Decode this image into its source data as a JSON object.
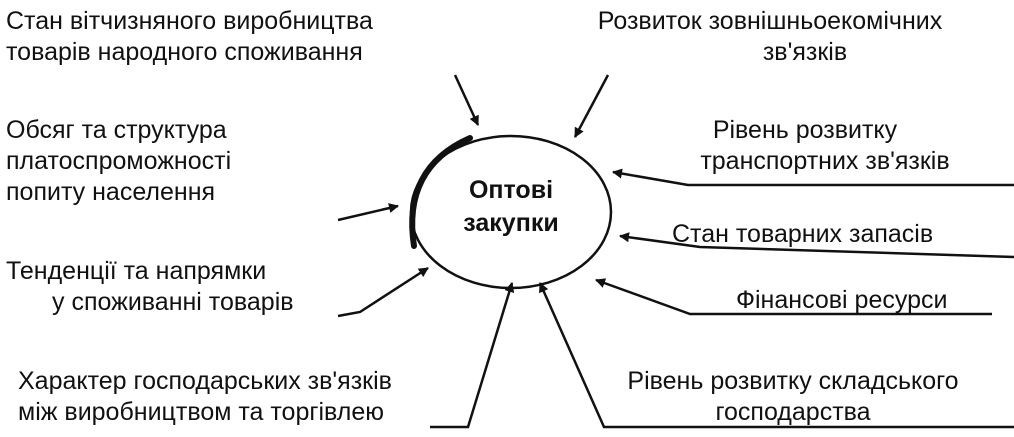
{
  "center": {
    "line1": "Оптові",
    "line2": "закупки"
  },
  "factors": {
    "production": {
      "line1": "Стан вітчизняного виробництва",
      "line2": "товарів народного споживання"
    },
    "foreign": {
      "line1": "Розвиток зовнішньоекомічних",
      "line2": "зв'язків"
    },
    "demand": {
      "line1": "Обсяг та структура",
      "line2": "платоспроможності",
      "line3": "попиту населення"
    },
    "transport": {
      "line1": "Рівень розвитку",
      "line2": "транспортних зв'язків"
    },
    "trends": {
      "line1": "Тенденції та напрямки",
      "line2": "у споживанні товарів"
    },
    "stocks": {
      "line1": "Стан товарних запасів"
    },
    "finance": {
      "line1": "Фінансові ресурси"
    },
    "relations": {
      "line1": "Характер господарських зв'язків",
      "line2": "між виробництвом та торгівлею"
    },
    "warehouse": {
      "line1": "Рівень розвитку складського",
      "line2": "господарства"
    }
  },
  "colors": {
    "ink": "#111111",
    "background": "#ffffff"
  }
}
